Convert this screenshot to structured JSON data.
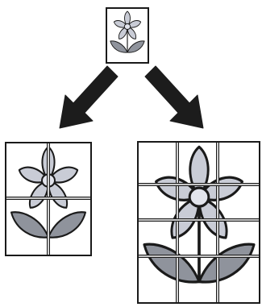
{
  "colors": {
    "background": "#ffffff",
    "outline": "#1a1a1a",
    "petal_fill": "#c9ccd6",
    "center_fill": "#e2e4ec",
    "leaf_fill": "#8f939c",
    "arrow_fill": "#1c1c1c",
    "grid_line": "#ffffff"
  },
  "icons": [
    "flower-icon",
    "arrow-down-left-icon",
    "arrow-down-right-icon"
  ],
  "panels": [
    {
      "id": "source",
      "grid_columns": 1,
      "grid_rows": 1
    },
    {
      "id": "enlarged-2x",
      "grid_columns": 2,
      "grid_rows": 2
    },
    {
      "id": "enlarged-3x",
      "grid_columns": 3,
      "grid_rows": 4
    }
  ]
}
